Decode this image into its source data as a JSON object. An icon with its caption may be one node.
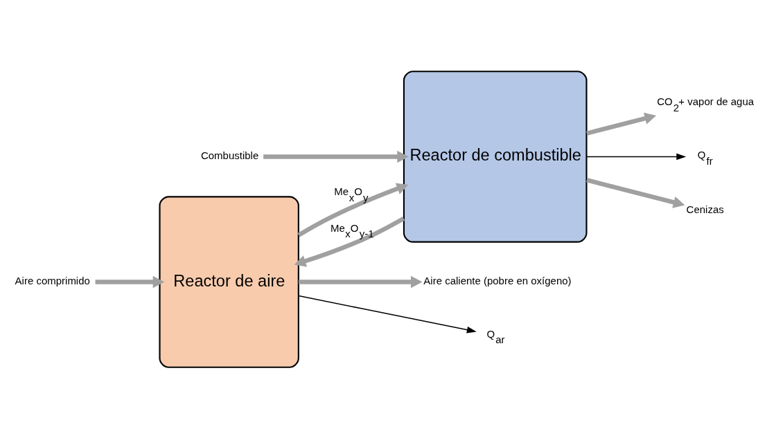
{
  "diagram": {
    "nodes": [
      {
        "text": [
          "Reactor de aire"
        ]
      },
      {
        "text": [
          "Reactor de combustible"
        ]
      },
      {
        "text": [
          "Aire caliente (pobre en oxígeno)"
        ]
      },
      {
        "text": [
          "CO$_{2}$+ vapor de agua"
        ]
      },
      {
        "text": [
          "Q$_{fr}$"
        ]
      },
      {
        "text": [
          "Q$_{ar}$"
        ]
      },
      {
        "text": [
          "Cenizas"
        ]
      },
      {
        "text": [
          "Aire comprimido"
        ]
      },
      {
        "text": [
          "Combustible"
        ]
      }
    ],
    "edges": [
      {
        "from": 0,
        "to": 1,
        "arrow": "to",
        "label": "Me$_{x}$O$_{y}$"
      },
      {
        "from": 1,
        "to": 0,
        "arrow": "to",
        "label": "Me$_{x}$O$_{y-1}$"
      },
      {
        "from": 0,
        "to": 2,
        "arrow": "to"
      },
      {
        "from": 1,
        "to": 3,
        "arrow": "to"
      },
      {
        "from": 1,
        "to": 4,
        "arrow": "to",
        "color": "#000000"
      },
      {
        "from": 0,
        "to": 5,
        "arrow": "to",
        "color": "#000000"
      },
      {
        "from": 1,
        "to": 6,
        "arrow": "to"
      },
      {
        "from": 7,
        "to": 0,
        "arrow": "to"
      },
      {
        "from": 8,
        "to": 1,
        "arrow": "to"
      }
    ]
  }
}
